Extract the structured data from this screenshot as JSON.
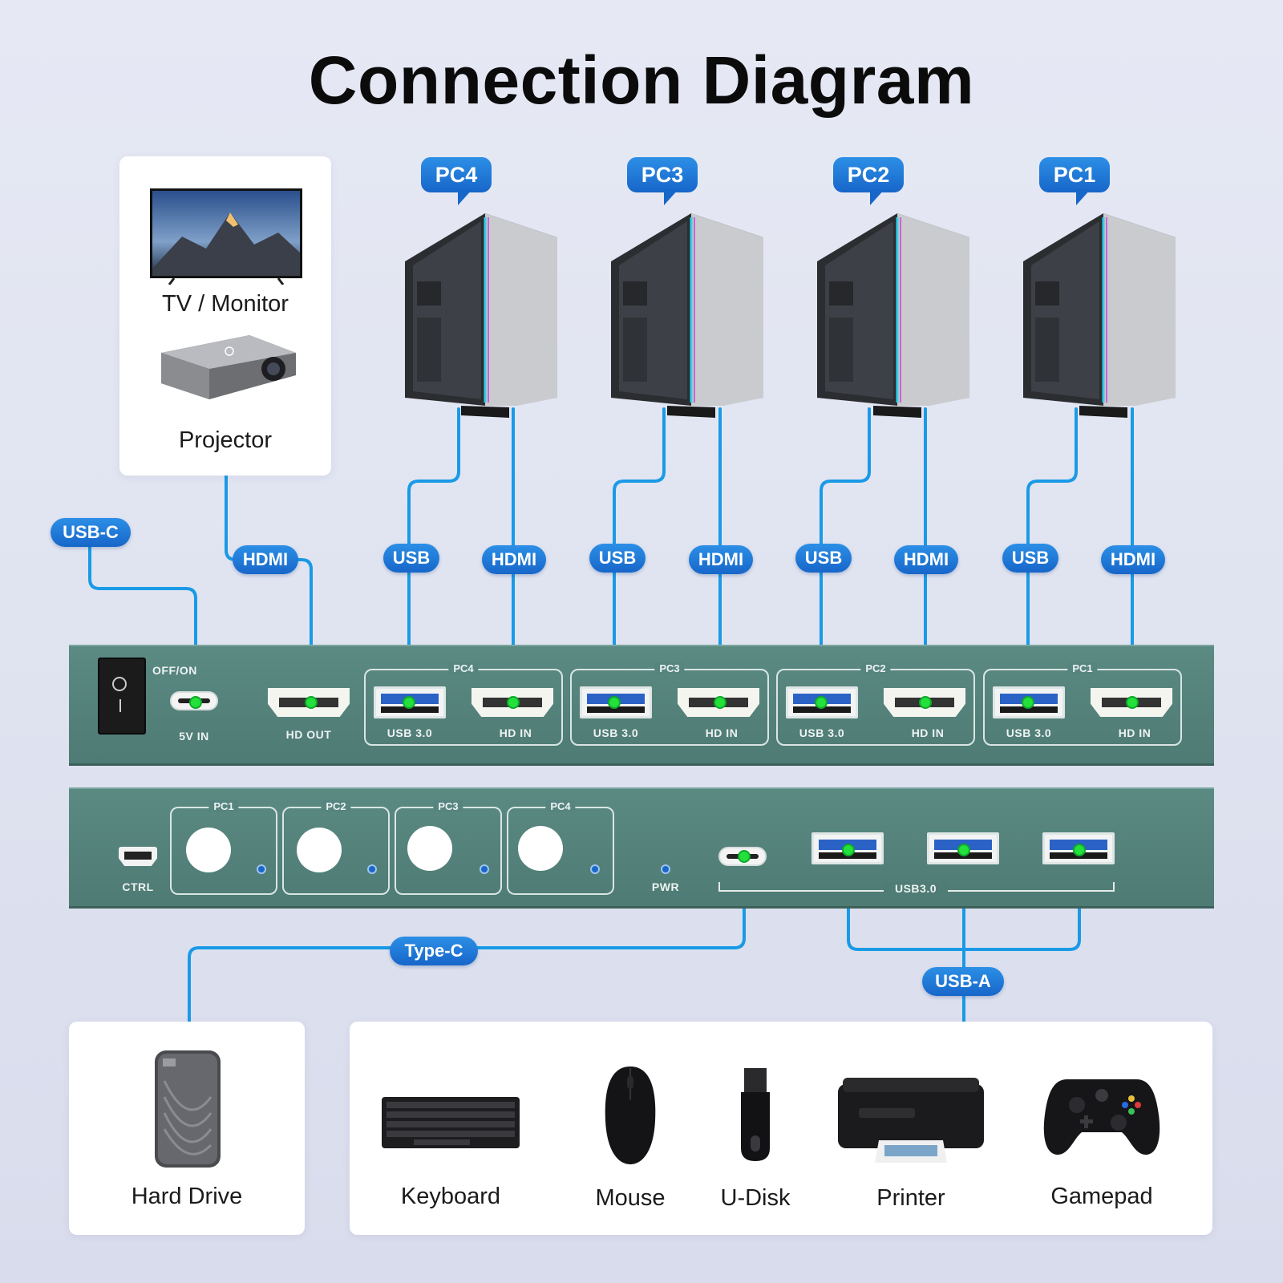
{
  "title": "Connection Diagram",
  "display_card": {
    "tv_label": "TV / Monitor",
    "projector_label": "Projector"
  },
  "pcs": [
    {
      "label": "PC4"
    },
    {
      "label": "PC3"
    },
    {
      "label": "PC2"
    },
    {
      "label": "PC1"
    }
  ],
  "cable_tags": {
    "usb_c": "USB-C",
    "hdmi_out": "HDMI",
    "usb": "USB",
    "hdmi": "HDMI",
    "type_c": "Type-C",
    "usb_a": "USB-A"
  },
  "rear_panel": {
    "power_switch": "OFF/ON",
    "power_in": "5V IN",
    "hd_out": "HD OUT",
    "groups": [
      {
        "title": "PC4",
        "usb": "USB 3.0",
        "hdmi": "HD IN"
      },
      {
        "title": "PC3",
        "usb": "USB 3.0",
        "hdmi": "HD IN"
      },
      {
        "title": "PC2",
        "usb": "USB 3.0",
        "hdmi": "HD IN"
      },
      {
        "title": "PC1",
        "usb": "USB 3.0",
        "hdmi": "HD IN"
      }
    ]
  },
  "front_panel": {
    "ctrl": "CTRL",
    "buttons": [
      {
        "title": "PC1"
      },
      {
        "title": "PC2"
      },
      {
        "title": "PC3"
      },
      {
        "title": "PC4"
      }
    ],
    "pwr": "PWR",
    "usb_group": "USB3.0"
  },
  "peripherals": {
    "hard_drive": "Hard Drive",
    "items": [
      {
        "label": "Keyboard",
        "icon": "keyboard-icon"
      },
      {
        "label": "Mouse",
        "icon": "mouse-icon"
      },
      {
        "label": "U-Disk",
        "icon": "u-disk-icon"
      },
      {
        "label": "Printer",
        "icon": "printer-icon"
      },
      {
        "label": "Gamepad",
        "icon": "gamepad-icon"
      }
    ]
  },
  "colors": {
    "cable": "#1a9ae6",
    "tag": "#1766c9",
    "panel": "#548079",
    "connector_dot": "#23e03b"
  }
}
